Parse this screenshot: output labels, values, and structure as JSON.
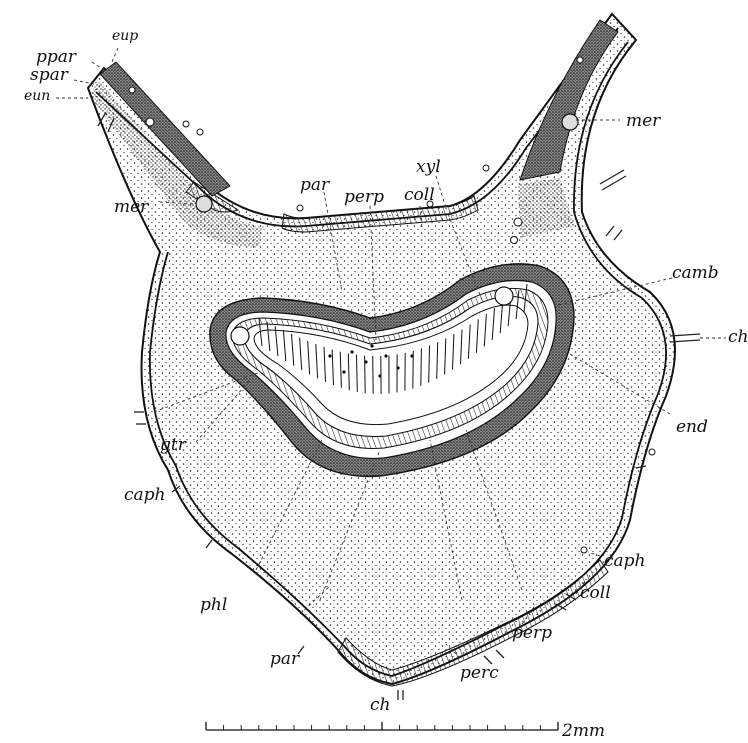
{
  "labels": {
    "eup": "eup",
    "ppar": "ppar",
    "spar": "spar",
    "eun": "eun",
    "mer_left": "mer",
    "mer_right": "mer",
    "par_top": "par",
    "perp_top": "perp",
    "coll_top": "coll",
    "xyl": "xyl",
    "camb": "camb",
    "ch_right": "ch",
    "end": "end",
    "gtr": "gtr",
    "caph_left": "caph",
    "caph_right": "caph",
    "coll_bottom": "coll",
    "phl": "phl",
    "perp_bottom": "perp",
    "par_bottom": "par",
    "perc": "perc",
    "ch_bottom": "ch"
  },
  "scale_bar": {
    "label": "2mm"
  }
}
